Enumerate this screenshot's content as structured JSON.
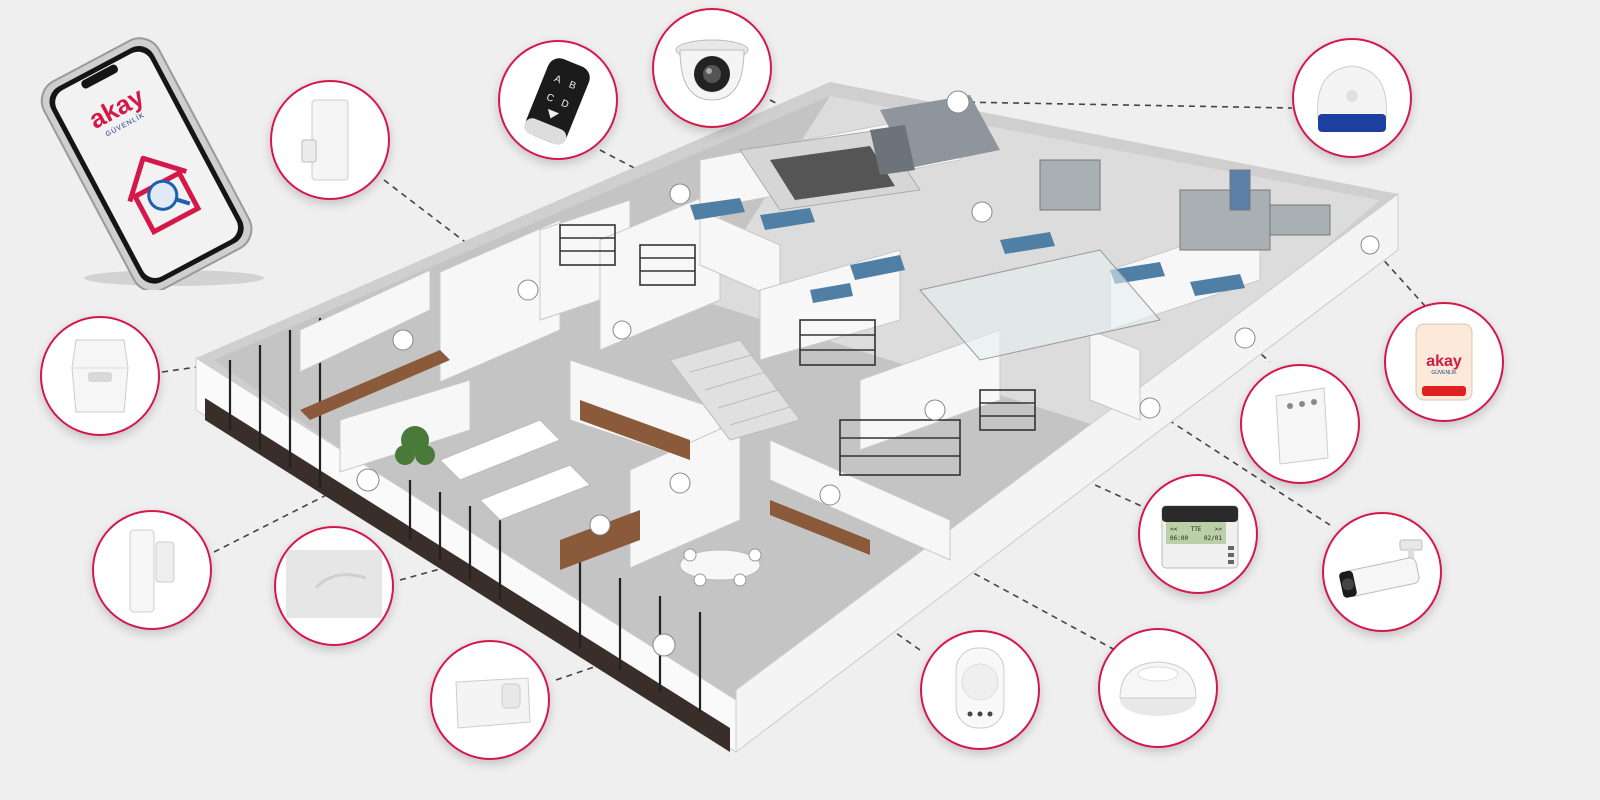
{
  "phone": {
    "logo_main": "akay",
    "logo_sub": "GÜVENLİK"
  },
  "siren": {
    "logo_main": "akay",
    "logo_sub": "GÜVENLİK"
  },
  "remote": {
    "keys": [
      "A",
      "B",
      "C",
      "D"
    ]
  },
  "keypad": {
    "lcd_line1_left": "<<",
    "lcd_line1_mid": "TTE",
    "lcd_line1_right": ">>",
    "lcd_line2_left": "06:00",
    "lcd_line2_right": "02/01"
  },
  "colors": {
    "brand_red": "#d4194a",
    "furniture_blue": "#4f7fa5",
    "wood": "#8b5a3a",
    "wall": "#ffffff",
    "floor": "#c9c9c9",
    "background": "#efefef"
  },
  "icons": [
    "smartphone-app-icon",
    "door-contact-icon",
    "remote-keyfob-icon",
    "dome-camera-icon",
    "indoor-siren-icon",
    "outdoor-siren-icon",
    "wireless-module-icon",
    "pir-detector-icon",
    "magnetic-contact-icon",
    "glass-break-sensor-icon",
    "heat-detector-icon",
    "gas-detector-icon",
    "smoke-detector-icon",
    "lcd-keypad-icon",
    "bullet-camera-icon"
  ]
}
